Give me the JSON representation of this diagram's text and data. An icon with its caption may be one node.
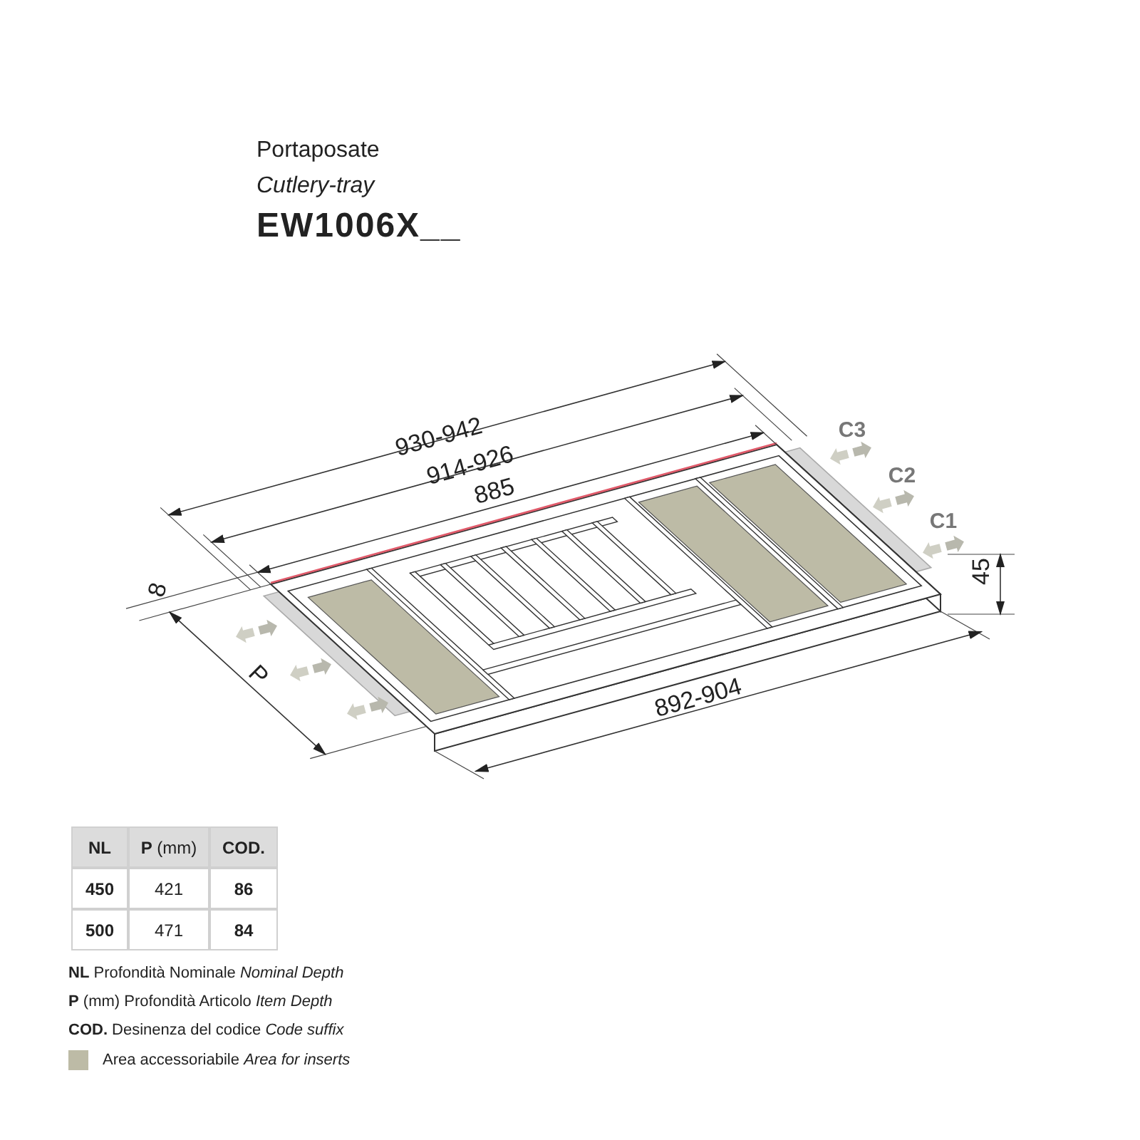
{
  "diagram": {
    "labels": [
      "Portaposate",
      "Cutlery-tray",
      "EW1006X__",
      "930-942",
      "914-926",
      "885",
      "8",
      "P",
      "C3",
      "C2",
      "C1",
      "45",
      "892-904",
      "NL",
      "**P** (mm)",
      "COD.",
      "450",
      "421",
      "86",
      "500",
      "471",
      "84",
      "**NL**  Profondità Nominale *Nominal Depth*",
      "**P** (mm) Profondità Articolo *Item Depth*",
      "**COD.** Desinenza del codice *Code suffix*"
    ],
    "legend": [
      {
        "text": "Area accessoriabile *Area for inserts*",
        "color": "#bdbba6"
      }
    ]
  }
}
